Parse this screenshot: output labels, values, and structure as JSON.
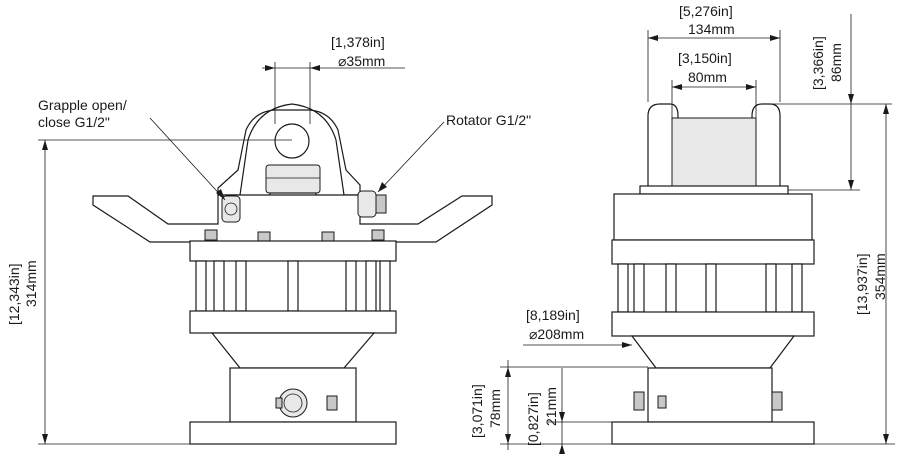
{
  "labels": {
    "grapple_line1": "Grapple open/",
    "grapple_line2": "close G1/2\"",
    "rotator": "Rotator G1/2\""
  },
  "dimensions": {
    "pin_dia_in": "[1,378in]",
    "pin_dia_mm": "⌀35mm",
    "overall_height_left_in": "[12,343in]",
    "overall_height_left_mm": "314mm",
    "outer_width_in": "[5,276in]",
    "outer_width_mm": "134mm",
    "inner_width_in": "[3,150in]",
    "inner_width_mm": "80mm",
    "ear_height_in": "[3,366in]",
    "ear_height_mm": "86mm",
    "overall_height_right_in": "[13,937in]",
    "overall_height_right_mm": "354mm",
    "body_dia_in": "[8,189in]",
    "body_dia_mm": "⌀208mm",
    "base_height_in": "[3,071in]",
    "base_height_mm": "78mm",
    "plate_height_in": "[0,827in]",
    "plate_height_mm": "21mm"
  }
}
